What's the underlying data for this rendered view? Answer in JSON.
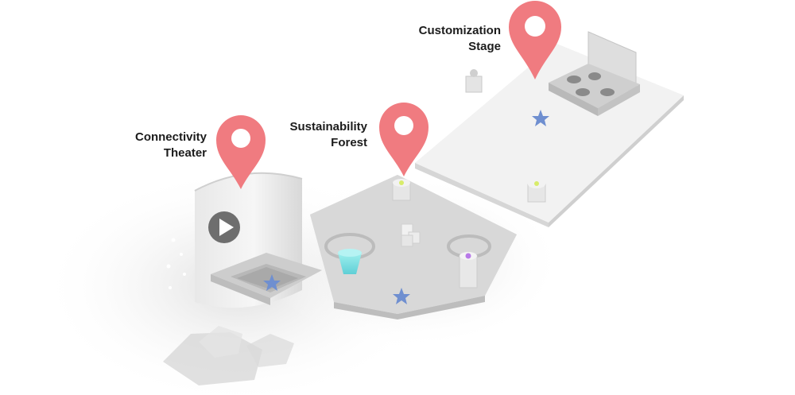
{
  "zones": [
    {
      "id": "connectivity",
      "line1": "Connectivity",
      "line2": "Theater"
    },
    {
      "id": "sustainability",
      "line1": "Sustainability",
      "line2": "Forest"
    },
    {
      "id": "customization",
      "line1": "Customization",
      "line2": "Stage"
    }
  ],
  "colors": {
    "pin": "#f07b80",
    "pin_dark": "#e56a70",
    "floor_light": "#f2f2f2",
    "floor_mid": "#dcdcdc",
    "floor_dark": "#c8c8c8",
    "star": "#6f8fd0",
    "lamp_cyan": "#7fe0e2",
    "dot_lime": "#d8ec6a",
    "dot_violet": "#b87ae8"
  },
  "icons": [
    "map-pin-icon",
    "play-icon",
    "star-icon"
  ]
}
